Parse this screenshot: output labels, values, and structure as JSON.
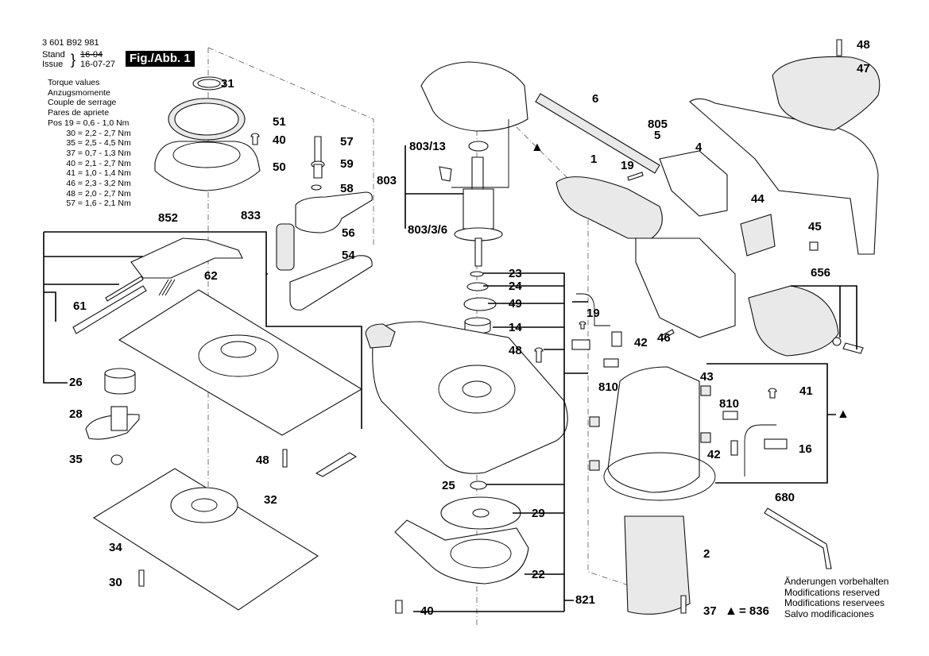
{
  "header": {
    "part_number": "3 601 B92 981",
    "stand_label": "Stand",
    "issue_label": "Issue",
    "stand_value_struck": "16-04",
    "issue_value": "16-07-27",
    "figure_label": "Fig./Abb. 1"
  },
  "torque": {
    "titles": [
      "Torque values",
      "Anzugsmomente",
      "Couple de serrage",
      "Pares de apriete"
    ],
    "prefix": "Pos",
    "values": [
      {
        "pos": "19",
        "range": "0,6 - 1,0 Nm"
      },
      {
        "pos": "30",
        "range": "2,2 - 2,7 Nm"
      },
      {
        "pos": "35",
        "range": "2,5 - 4,5 Nm"
      },
      {
        "pos": "37",
        "range": "0,7 - 1,3 Nm"
      },
      {
        "pos": "40",
        "range": "2,1 - 2,7 Nm"
      },
      {
        "pos": "41",
        "range": "1,0 - 1,4 Nm"
      },
      {
        "pos": "46",
        "range": "2,3 - 3,2 Nm"
      },
      {
        "pos": "48",
        "range": "2,0 - 2,7 Nm"
      },
      {
        "pos": "57",
        "range": "1,6 - 2,1 Nm"
      }
    ]
  },
  "legend": {
    "triangle_symbol": "▲",
    "triangle_equals": "= 836"
  },
  "notes": [
    "Änderungen vorbehalten",
    "Modifications reserved",
    "Modifications reservees",
    "Salvo modificaciones"
  ],
  "parts": {
    "p31": "31",
    "p51": "51",
    "p40a": "40",
    "p50": "50",
    "p57": "57",
    "p59": "59",
    "p58": "58",
    "p833": "833",
    "p56": "56",
    "p54": "54",
    "p852": "852",
    "p62": "62",
    "p61": "61",
    "p26": "26",
    "p28": "28",
    "p35": "35",
    "p48a": "48",
    "p32": "32",
    "p34": "34",
    "p30": "30",
    "p803": "803",
    "p803_13": "803/13",
    "p803_3_6": "803/3/6",
    "p23": "23",
    "p24": "24",
    "p49": "49",
    "p14": "14",
    "p48b": "48",
    "p25": "25",
    "p29": "29",
    "p22": "22",
    "p40b": "40",
    "p821": "821",
    "p6": "6",
    "p805": "805",
    "p5": "5",
    "p4": "4",
    "p1": "1",
    "p19a": "19",
    "p48c": "48",
    "p47": "47",
    "p44": "44",
    "p45": "45",
    "p656": "656",
    "p19b": "19",
    "p42a": "42",
    "p46": "46",
    "p810a": "810",
    "p43": "43",
    "p41": "41",
    "p810b": "810",
    "p42b": "42",
    "p16": "16",
    "p680": "680",
    "p2": "2",
    "p37": "37"
  }
}
